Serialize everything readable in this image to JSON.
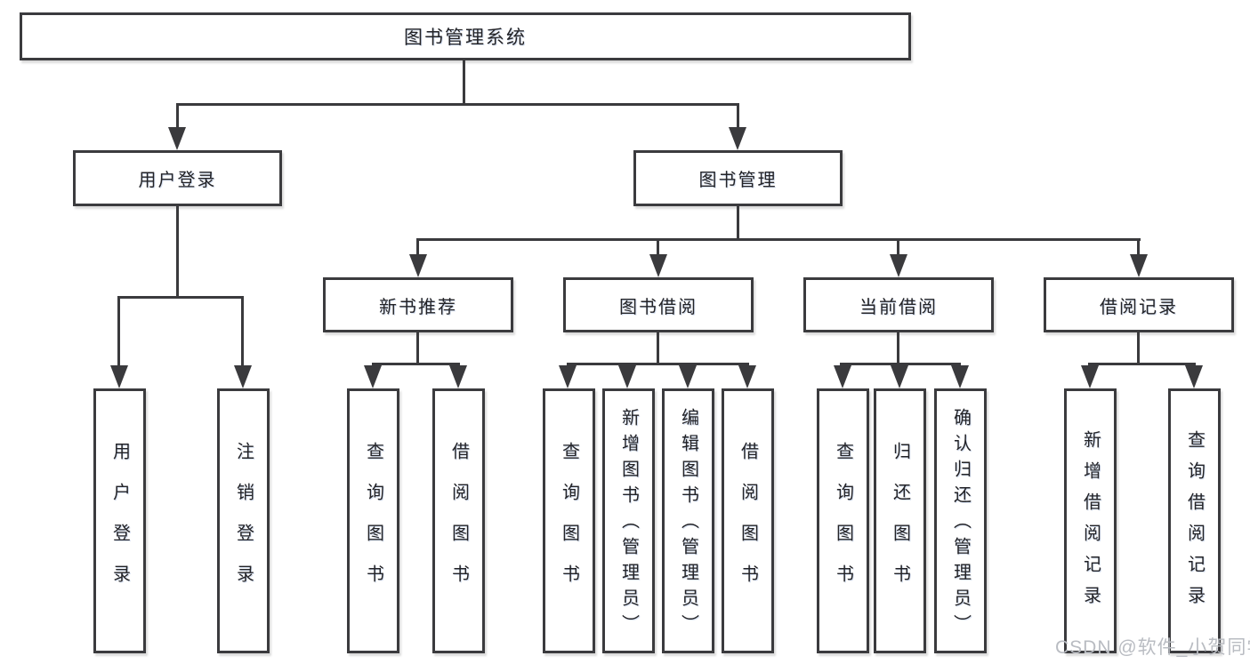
{
  "diagram": {
    "title_node": "图书管理系统",
    "level1": [
      "用户登录",
      "图书管理"
    ],
    "level2": [
      "新书推荐",
      "图书借阅",
      "当前借阅",
      "借阅记录"
    ],
    "leaves": {
      "user_login": [
        "用户登录",
        "注销登录"
      ],
      "new_book_recommend": [
        "查询图书",
        "借阅图书"
      ],
      "book_borrow": [
        "查询图书",
        "新增图书（管理员）",
        "编辑图书（管理员）",
        "借阅图书"
      ],
      "current_borrow": [
        "查询图书",
        "归还图书",
        "确认归还（管理员）"
      ],
      "borrow_record": [
        "新增借阅记录",
        "查询借阅记录"
      ]
    }
  },
  "watermark": {
    "text": "CSDN @软件_小贺同学"
  },
  "colors": {
    "line": "#3a3a3d",
    "box_border": "#3b3b3e",
    "text": "#232327",
    "watermark": "#b9bcc2",
    "background": "#ffffff"
  }
}
